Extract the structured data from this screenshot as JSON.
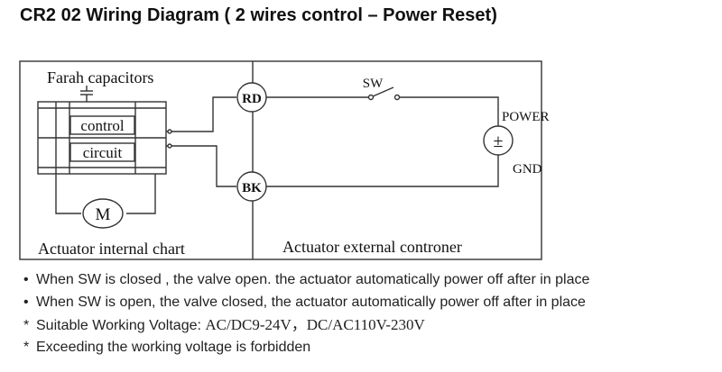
{
  "title": "CR2 02 Wiring Diagram ( 2 wires control – Power Reset)",
  "diagram": {
    "capacitor_label": "Farah capacitors",
    "control_label": "control",
    "circuit_label": "circuit",
    "motor_label": "M",
    "rd_label": "RD",
    "bk_label": "BK",
    "switch_label": "SW",
    "power_label": "POWER",
    "gnd_label": "GND",
    "power_symbol": "±",
    "internal_caption": "Actuator internal chart",
    "external_caption": "Actuator external controner"
  },
  "notes": [
    {
      "mark": "•",
      "text": "When SW is closed , the valve open. the actuator automatically power off after in place"
    },
    {
      "mark": "•",
      "text": "When SW is open, the valve closed, the actuator automatically power off after in place"
    },
    {
      "mark": "*",
      "text": "Suitable Working Voltage: ",
      "voltage": "AC/DC9-24V，DC/AC110V-230V"
    },
    {
      "mark": "*",
      "text": "Exceeding the working voltage is forbidden"
    }
  ],
  "colors": {
    "line": "#333333",
    "text": "#111111"
  }
}
